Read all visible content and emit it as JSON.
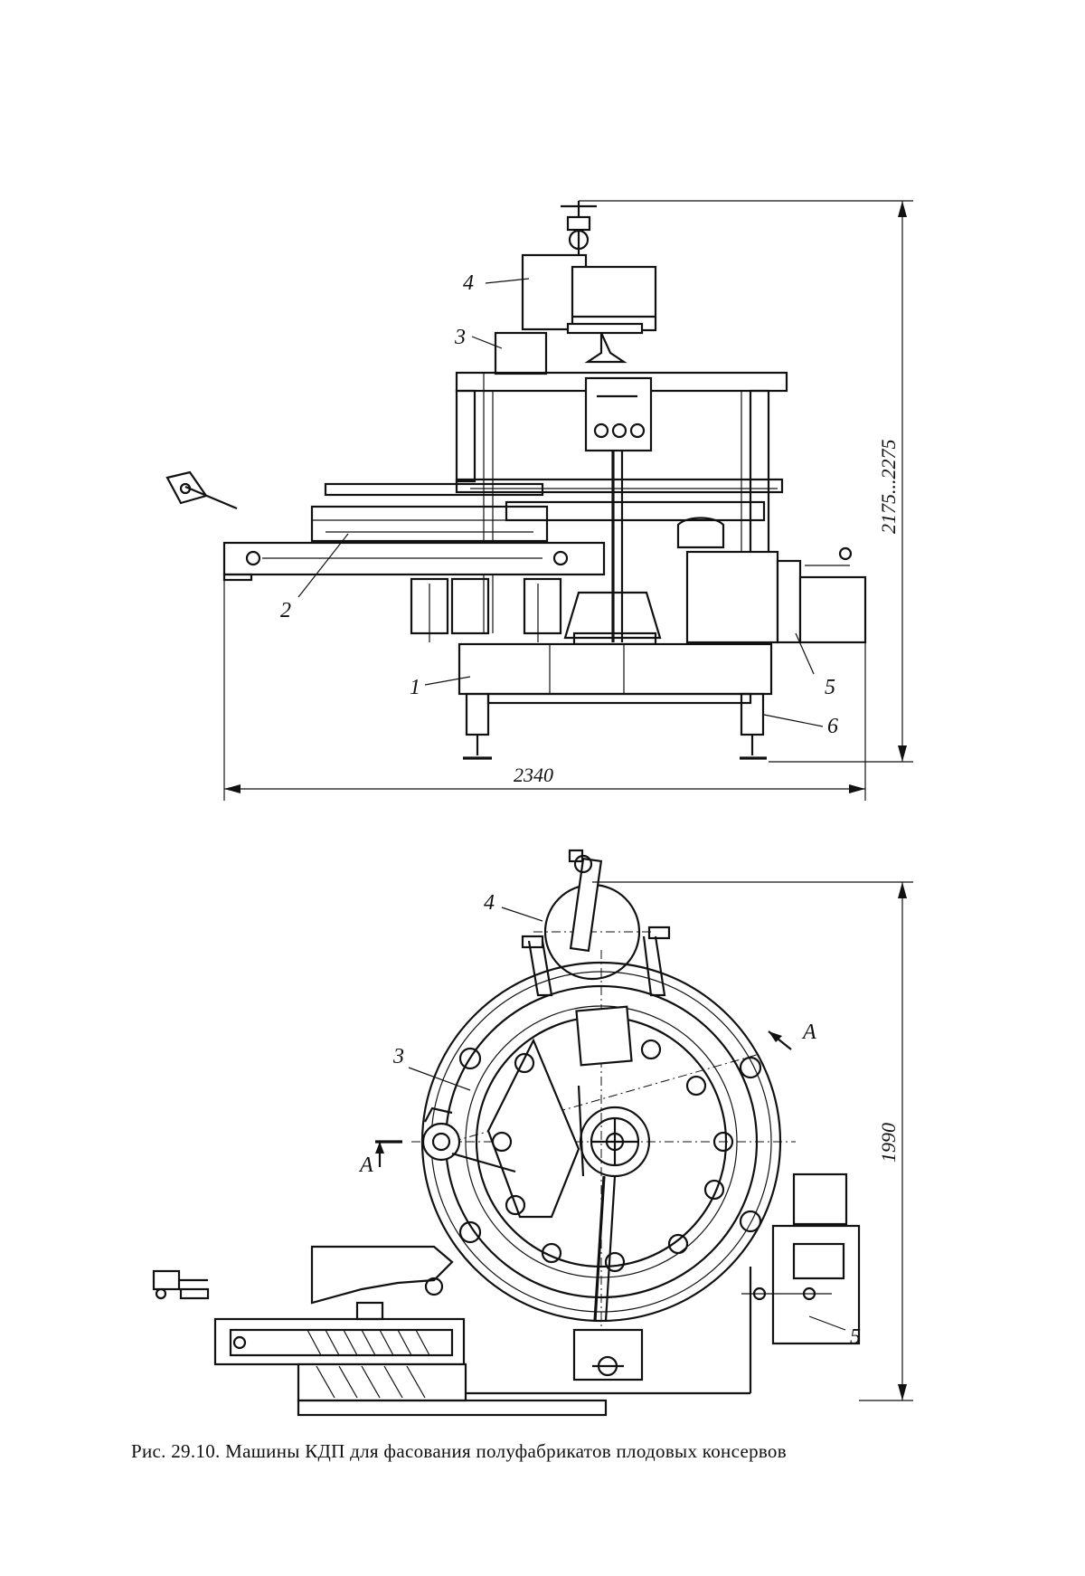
{
  "side_view": {
    "labels": {
      "l1": "1",
      "l2": "2",
      "l3": "3",
      "l4": "4",
      "l5": "5",
      "l6": "6"
    },
    "dim_width": "2340",
    "dim_height": "2175...2275"
  },
  "plan_view": {
    "labels": {
      "l3": "3",
      "l4": "4",
      "l5": "5"
    },
    "dim_height": "1990",
    "section_mark_right": "A",
    "section_mark_left": "A"
  },
  "caption": {
    "prefix": "Рис. 29.10.",
    "text": "Машины КДП для фасования полуфабрикатов плодовых консервов"
  }
}
